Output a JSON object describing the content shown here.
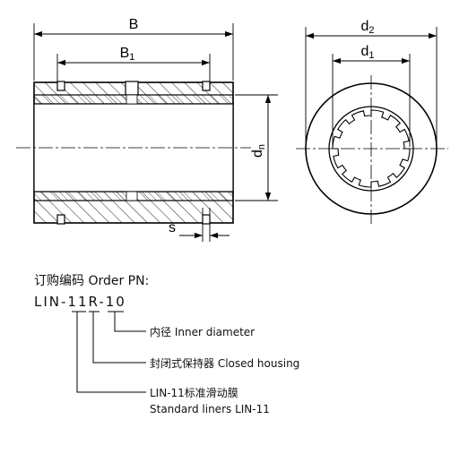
{
  "dimensions": {
    "B": "B",
    "B1_main": "B",
    "B1_sub": "1",
    "d2_main": "d",
    "d2_sub": "2",
    "d1_main": "d",
    "d1_sub": "1",
    "dn_main": "d",
    "dn_sub": "n",
    "s": "s"
  },
  "order": {
    "heading": "订购编码 Order PN:",
    "code": {
      "prefix": "LIN-",
      "series": "11",
      "housing": "R",
      "sep": "-",
      "diameter": "10"
    },
    "legend": [
      {
        "lines": [
          "内径 Inner diameter"
        ]
      },
      {
        "lines": [
          "封闭式保持器 Closed housing"
        ]
      },
      {
        "lines": [
          "LIN-11标准滑动膜",
          "Standard liners LIN-11"
        ]
      }
    ]
  }
}
